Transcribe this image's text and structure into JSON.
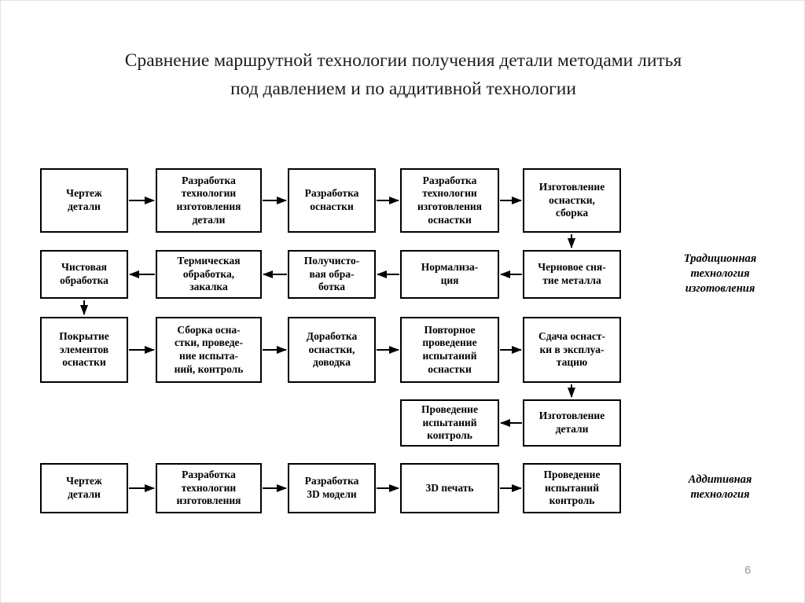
{
  "title": "Сравнение маршрутной технологии получения детали методами литья\nпод давлением и по аддитивной технологии",
  "page_number": "6",
  "side_labels": {
    "traditional": "Традиционная\nтехнология\nизготовления",
    "additive": "Аддитивная\nтехнология"
  },
  "colors": {
    "box_border": "#000000",
    "box_text": "#000000",
    "title_text": "#1c1c1c",
    "page_number_text": "#9a9a9a",
    "background": "#ffffff"
  },
  "diagram": {
    "type": "flowchart",
    "rows": [
      {
        "track": "traditional",
        "direction": "right",
        "boxes": [
          "Чертеж\nдетали",
          "Разработка\nтехнологии\nизготовления\nдетали",
          "Разработка\nоснастки",
          "Разработка\nтехнологии\nизготовления\nоснастки",
          "Изготовление\nоснастки,\nсборка"
        ]
      },
      {
        "track": "traditional",
        "direction": "left",
        "boxes": [
          "Чистовая\nобработка",
          "Термическая\nобработка,\nзакалка",
          "Получисто-\nвая обра-\nботка",
          "Нормализа-\nция",
          "Черновое сня-\nтие металла"
        ]
      },
      {
        "track": "traditional",
        "direction": "right",
        "boxes": [
          "Покрытие\nэлементов\nоснастки",
          "Сборка осна-\nстки, проведе-\nние испыта-\nний, контроль",
          "Доработка\nоснастки,\nдоводка",
          "Повторное\nпроведение\nиспытаний\nоснастки",
          "Сдача оснаст-\nки в эксплуа-\nтацию"
        ]
      },
      {
        "track": "traditional",
        "direction": "left",
        "boxes": [
          "Проведение\nиспытаний\nконтроль",
          "Изготовление\nдетали"
        ]
      },
      {
        "track": "additive",
        "direction": "right",
        "boxes": [
          "Чертеж\nдетали",
          "Разработка\nтехнологии\nизготовления",
          "Разработка\n3D модели",
          "3D печать",
          "Проведение\nиспытаний\nконтроль"
        ]
      }
    ],
    "vertical_connectors": [
      {
        "from": "Изготовление оснастки, сборка",
        "to": "Черновое снятие металла"
      },
      {
        "from": "Чистовая обработка",
        "to": "Покрытие элементов оснастки"
      },
      {
        "from": "Сдача оснастки в эксплуатацию",
        "to": "Изготовление детали"
      }
    ]
  }
}
